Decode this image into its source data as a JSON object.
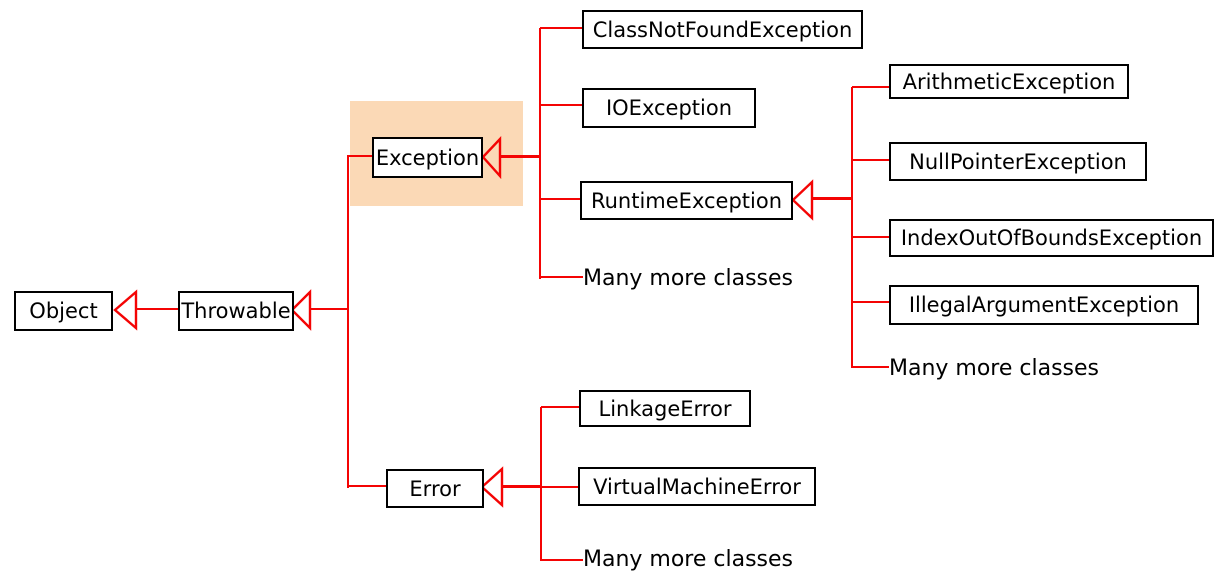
{
  "diagram": {
    "description": "Java Throwable class hierarchy",
    "colors": {
      "line": "#f40404",
      "box_border": "#000000",
      "box_fill": "#ffffff",
      "highlight": "#fbd9b6",
      "text": "#000000"
    },
    "nodes": {
      "object": {
        "label": "Object"
      },
      "throwable": {
        "label": "Throwable"
      },
      "exception": {
        "label": "Exception",
        "highlighted": true
      },
      "error": {
        "label": "Error"
      },
      "class_not_found": {
        "label": "ClassNotFoundException"
      },
      "io_exception": {
        "label": "IOException"
      },
      "runtime_exception": {
        "label": "RuntimeException"
      },
      "exception_more": {
        "label": "Many more classes"
      },
      "arithmetic": {
        "label": "ArithmeticException"
      },
      "null_pointer": {
        "label": "NullPointerException"
      },
      "index_out_of_bounds": {
        "label": "IndexOutOfBoundsException"
      },
      "illegal_argument": {
        "label": "IllegalArgumentException"
      },
      "runtime_more": {
        "label": "Many more classes"
      },
      "linkage_error": {
        "label": "LinkageError"
      },
      "virtual_machine_error": {
        "label": "VirtualMachineError"
      },
      "error_more": {
        "label": "Many more classes"
      }
    },
    "edges": [
      {
        "from": "Throwable",
        "to": "Object"
      },
      {
        "from": "Exception",
        "to": "Throwable"
      },
      {
        "from": "Error",
        "to": "Throwable"
      },
      {
        "from": "ClassNotFoundException",
        "to": "Exception"
      },
      {
        "from": "IOException",
        "to": "Exception"
      },
      {
        "from": "RuntimeException",
        "to": "Exception"
      },
      {
        "from": "Many more classes",
        "to": "Exception"
      },
      {
        "from": "ArithmeticException",
        "to": "RuntimeException"
      },
      {
        "from": "NullPointerException",
        "to": "RuntimeException"
      },
      {
        "from": "IndexOutOfBoundsException",
        "to": "RuntimeException"
      },
      {
        "from": "IllegalArgumentException",
        "to": "RuntimeException"
      },
      {
        "from": "Many more classes",
        "to": "RuntimeException"
      },
      {
        "from": "LinkageError",
        "to": "Error"
      },
      {
        "from": "VirtualMachineError",
        "to": "Error"
      },
      {
        "from": "Many more classes",
        "to": "Error"
      }
    ]
  }
}
